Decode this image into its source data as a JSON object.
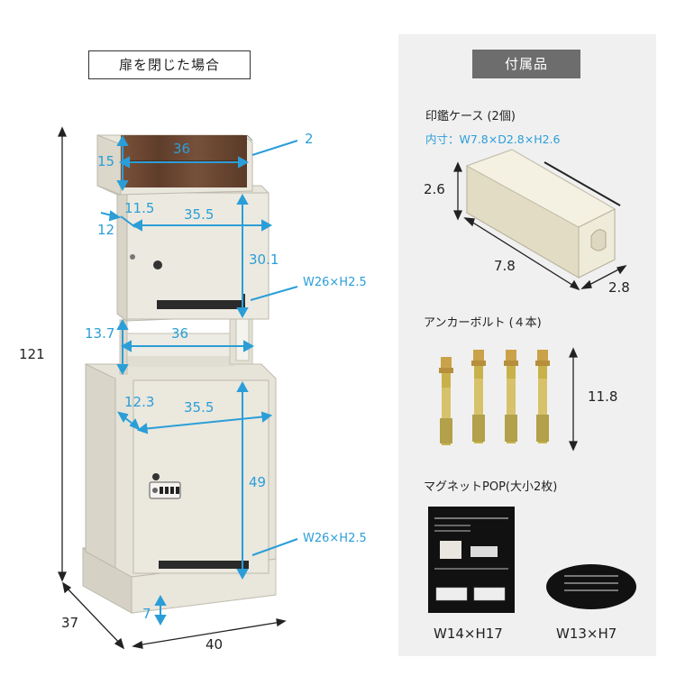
{
  "left": {
    "title": "扉を閉じた場合",
    "dims": {
      "total_height": "121",
      "depth": "37",
      "width": "40",
      "base": "7",
      "top_width": "36",
      "top_height": "15",
      "top_thickness": "2",
      "box1_width": "35.5",
      "box1_side": "11.5",
      "box1_side2": "12",
      "box1_height": "30.1",
      "slot1": "W26×H2.5",
      "gap_height": "13.7",
      "gap_width": "36",
      "box2_side": "12.3",
      "box2_width": "35.5",
      "box2_height": "49",
      "slot2": "W26×H2.5"
    }
  },
  "right": {
    "title": "付属品",
    "case": {
      "title": "印鑑ケース (2個)",
      "inner": "内寸：W7.8×D2.8×H2.6",
      "h": "2.6",
      "w": "7.8",
      "d": "2.8"
    },
    "anchor": {
      "title": "アンカーボルト (４本)",
      "length": "11.8"
    },
    "magnet": {
      "title": "マグネットPOP(大小2枚)",
      "label_large": "W14×H17",
      "label_small": "W13×H7"
    }
  },
  "colors": {
    "blue": "#2b9ed8",
    "body": "#ebe8dd",
    "wood": "#6b4632",
    "panel_bg": "#f0f0f0",
    "accent_dark": "#6d6d6d"
  }
}
